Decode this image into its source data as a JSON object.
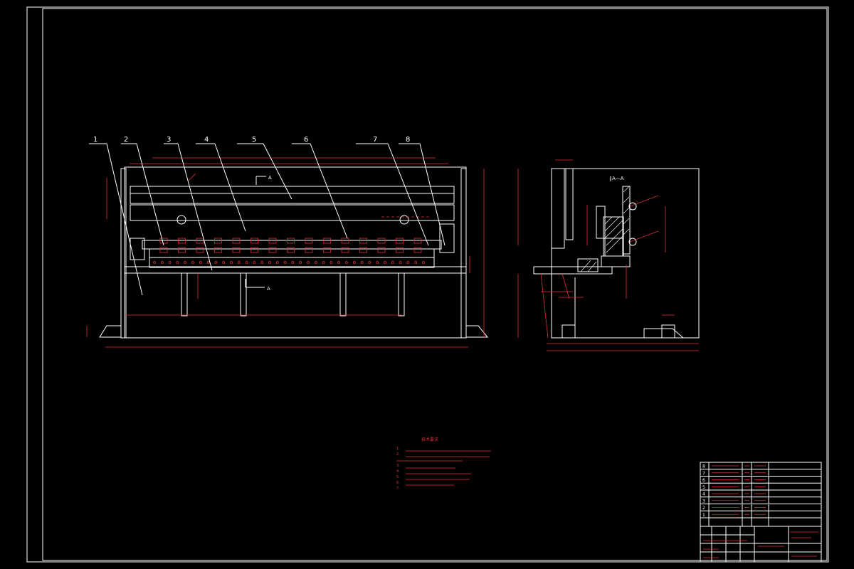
{
  "drawing": {
    "part_labels": [
      "1",
      "2",
      "3",
      "4",
      "5",
      "6",
      "7",
      "8"
    ],
    "section_marks": {
      "top": "A",
      "bottom": "A",
      "side_title": "A—A"
    }
  },
  "notes": {
    "title": "技术要求",
    "lines": [
      "1.",
      "2.",
      "3.",
      "4.",
      "5.",
      "6.",
      "7."
    ]
  },
  "bom": {
    "rows": [
      {
        "no": "8"
      },
      {
        "no": "7"
      },
      {
        "no": "6"
      },
      {
        "no": "5"
      },
      {
        "no": "4"
      },
      {
        "no": "3"
      },
      {
        "no": "2"
      },
      {
        "no": "1"
      }
    ]
  },
  "colors": {
    "line": "#ffffff",
    "annotation": "#e0303a",
    "background": "#000000"
  }
}
